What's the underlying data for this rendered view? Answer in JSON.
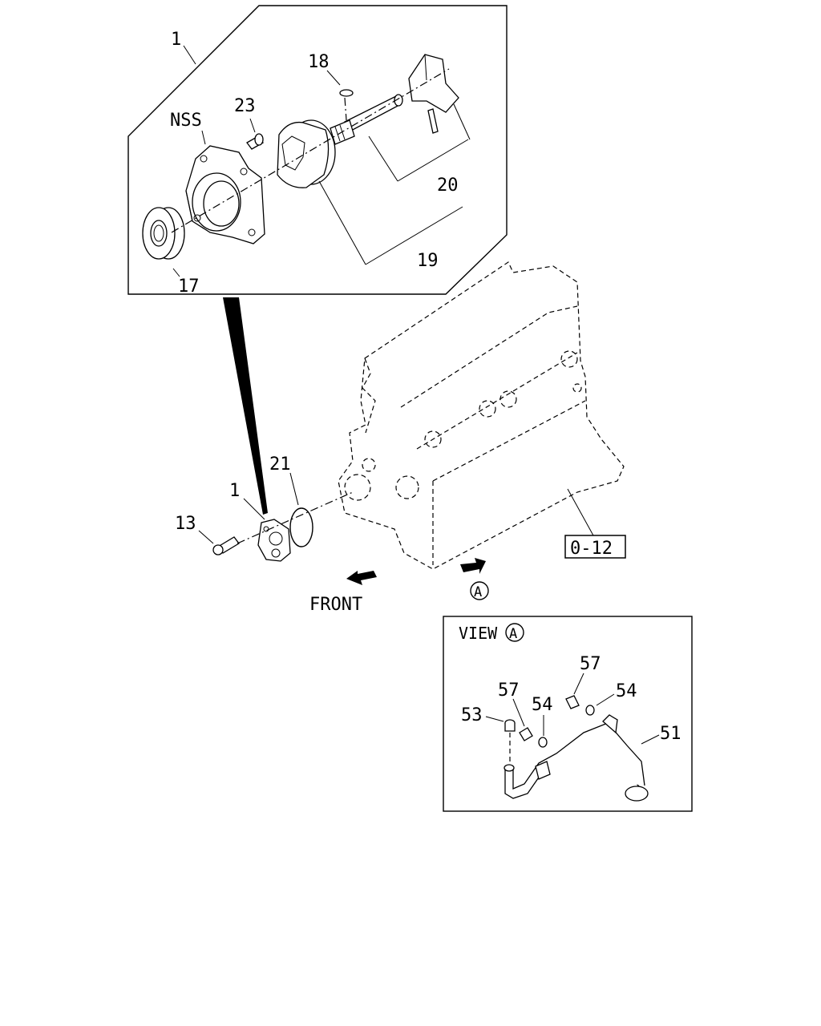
{
  "callouts": {
    "c1_top": "1",
    "c18": "18",
    "c23": "23",
    "nss": "NSS",
    "c20": "20",
    "c19": "19",
    "c17": "17",
    "c21": "21",
    "c1_low": "1",
    "c13": "13",
    "ref": "0-12",
    "front": "FRONT",
    "view_a_marker": "A",
    "view_title": "VIEW",
    "view_circle": "A",
    "c57a": "57",
    "c54a": "54",
    "c57b": "57",
    "c54b": "54",
    "c53": "53",
    "c51": "51"
  }
}
